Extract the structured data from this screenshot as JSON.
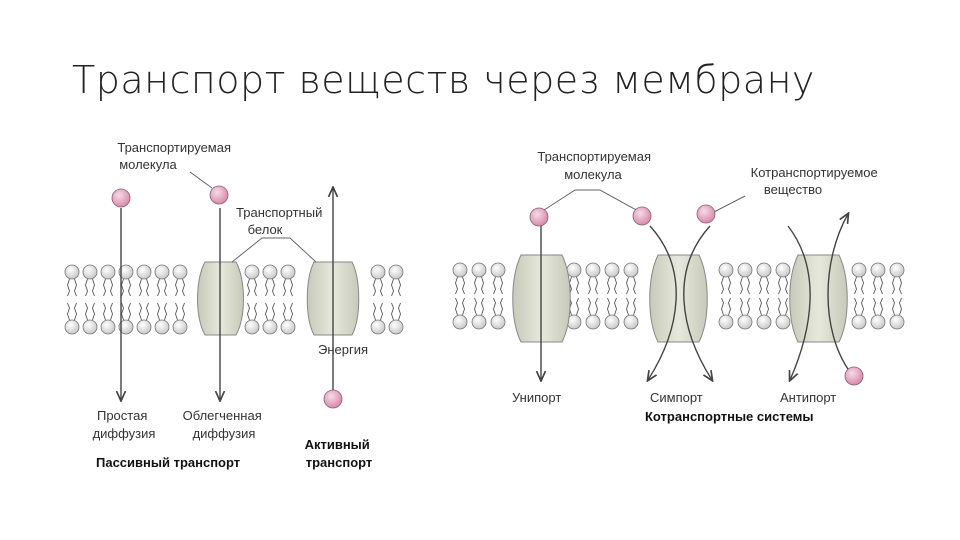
{
  "slide": {
    "title": "Транспорт веществ через мембрану"
  },
  "passive_panel": {
    "transported_molecule": [
      "Транспортируемая",
      "молекула"
    ],
    "transport_protein": [
      "Транспортный",
      "белок"
    ],
    "energy": "Энергия",
    "simple_diffusion": [
      "Простая",
      "диффузия"
    ],
    "facilitated_diffusion": [
      "Облегченная",
      "диффузия"
    ],
    "passive_transport": "Пассивный транспорт",
    "active_transport": [
      "Активный",
      "транспорт"
    ]
  },
  "cotransport_panel": {
    "transported_molecule": [
      "Транспортируемая",
      "молекула"
    ],
    "cotransported_substance": [
      "Котранспортируемое",
      "вещество"
    ],
    "uniport": "Унипорт",
    "symport": "Симпорт",
    "antiport": "Антипорт",
    "cotransport_systems": "Котранспортные системы"
  },
  "colors": {
    "molecule": "#e3a5c0",
    "protein": "#d9dccc",
    "lipid_head": "#ececec",
    "arrow": "#444444"
  }
}
